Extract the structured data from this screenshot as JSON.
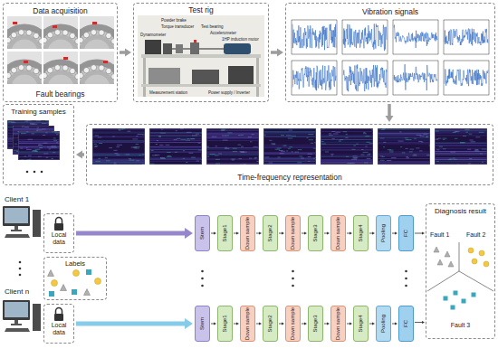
{
  "diagram": {
    "nodes": [
      {
        "text": [
          "Data acquisition",
          "Fault bearings"
        ]
      },
      {
        "text": [
          "Test rig"
        ]
      },
      {
        "text": [
          "Vibration signals"
        ]
      },
      {
        "text": [
          "Time-frequency representation"
        ]
      },
      {
        "text": [
          "Training samples"
        ]
      },
      {
        "text": [
          "Local data"
        ]
      },
      {
        "text": [
          "Labels"
        ]
      },
      {
        "text": [
          "Local data"
        ]
      },
      {
        "text": [
          "Stem"
        ]
      },
      {
        "text": [
          "Stage1"
        ]
      },
      {
        "text": [
          "Down sample"
        ]
      },
      {
        "text": [
          "Stage2"
        ]
      },
      {
        "text": [
          "Down sample"
        ]
      },
      {
        "text": [
          "Stage3"
        ]
      },
      {
        "text": [
          "Down sample"
        ]
      },
      {
        "text": [
          "Stage4"
        ]
      },
      {
        "text": [
          "Pooling"
        ]
      },
      {
        "text": [
          "FC"
        ]
      },
      {
        "text": [
          "Stem"
        ]
      },
      {
        "text": [
          "Stage1"
        ]
      },
      {
        "text": [
          "Down sample"
        ]
      },
      {
        "text": [
          "Stage2"
        ]
      },
      {
        "text": [
          "Down sample"
        ]
      },
      {
        "text": [
          "Stage3"
        ]
      },
      {
        "text": [
          "Down sample"
        ]
      },
      {
        "text": [
          "Stage4"
        ]
      },
      {
        "text": [
          "Pooling"
        ]
      },
      {
        "text": [
          "FC"
        ]
      },
      {
        "text": [
          "Diagnosis result",
          "Fault 1",
          "Fault 2",
          "Fault 3"
        ]
      }
    ],
    "edges": [
      {
        "from": 0,
        "to": 1,
        "arrow": "to"
      },
      {
        "from": 1,
        "to": 2,
        "arrow": "to"
      },
      {
        "from": 2,
        "to": 3,
        "arrow": "to"
      },
      {
        "from": 3,
        "to": 4,
        "arrow": "to"
      },
      {
        "from": 5,
        "to": 8,
        "arrow": "to"
      },
      {
        "from": 8,
        "to": 9,
        "arrow": "to"
      },
      {
        "from": 9,
        "to": 10,
        "arrow": "to"
      },
      {
        "from": 10,
        "to": 11,
        "arrow": "to"
      },
      {
        "from": 11,
        "to": 12,
        "arrow": "to"
      },
      {
        "from": 12,
        "to": 13,
        "arrow": "to"
      },
      {
        "from": 13,
        "to": 14,
        "arrow": "to"
      },
      {
        "from": 14,
        "to": 15,
        "arrow": "to"
      },
      {
        "from": 15,
        "to": 16,
        "arrow": "to"
      },
      {
        "from": 16,
        "to": 17,
        "arrow": "to"
      },
      {
        "from": 17,
        "to": 28,
        "arrow": "to"
      },
      {
        "from": 7,
        "to": 18,
        "arrow": "to"
      },
      {
        "from": 18,
        "to": 19,
        "arrow": "to"
      },
      {
        "from": 19,
        "to": 20,
        "arrow": "to"
      },
      {
        "from": 20,
        "to": 21,
        "arrow": "to"
      },
      {
        "from": 21,
        "to": 22,
        "arrow": "to"
      },
      {
        "from": 22,
        "to": 23,
        "arrow": "to"
      },
      {
        "from": 23,
        "to": 24,
        "arrow": "to"
      },
      {
        "from": 24,
        "to": 25,
        "arrow": "to"
      },
      {
        "from": 25,
        "to": 26,
        "arrow": "to"
      },
      {
        "from": 26,
        "to": 27,
        "arrow": "to"
      },
      {
        "from": 27,
        "to": 28,
        "arrow": "to"
      }
    ],
    "labels": [
      "Client 1",
      "Client n",
      "Powder brake",
      "Torque transducer",
      "Test bearing",
      "Accelerometer",
      "Dynamometer",
      "1HP induction motor",
      "Measurement station",
      "Power supply / Inverter"
    ]
  }
}
